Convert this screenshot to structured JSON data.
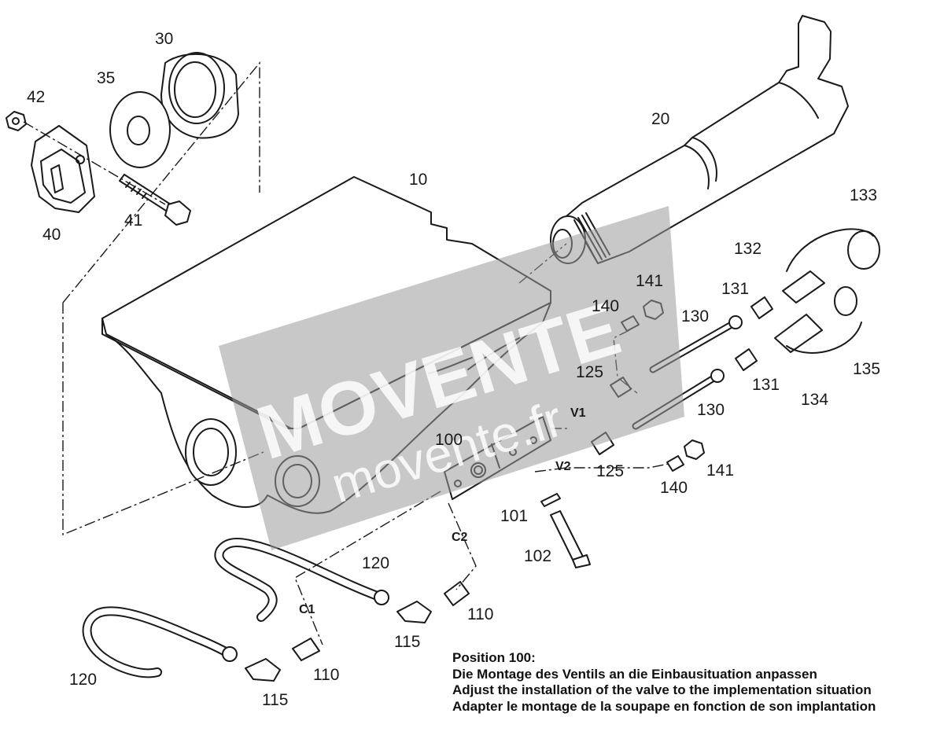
{
  "parts": {
    "p10": "10",
    "p20": "20",
    "p30": "30",
    "p35": "35",
    "p40": "40",
    "p41": "41",
    "p42": "42",
    "p100": "100",
    "p101": "101",
    "p102": "102",
    "p110": "110",
    "p115": "115",
    "p120": "120",
    "p125": "125",
    "p130": "130",
    "p131": "131",
    "p132": "132",
    "p133": "133",
    "p134": "134",
    "p135": "135",
    "p140": "140",
    "p141": "141"
  },
  "ports": {
    "v1": "V1",
    "v2": "V2",
    "c1": "C1",
    "c2": "C2"
  },
  "watermark": {
    "brand": "MOVENTE",
    "site": "movente.fr"
  },
  "notes": {
    "heading": "Position 100:",
    "line_de": "Die Montage des Ventils an die Einbausituation anpassen",
    "line_en": "Adjust the installation of the valve to the implementation situation",
    "line_fr": "Adapter le montage de la soupape en fonction de son implantation"
  },
  "colors": {
    "line": "#1a1a1a",
    "watermark_band": "#9a9a9a"
  }
}
